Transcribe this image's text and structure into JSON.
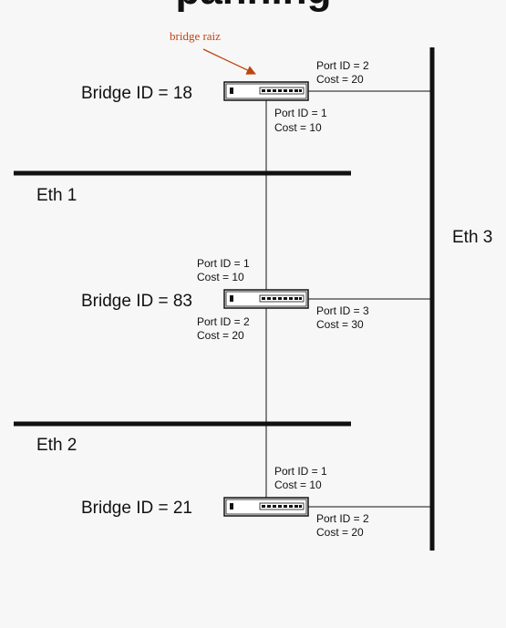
{
  "title_fragment": "panning",
  "root_label": "bridge raiz",
  "segments": {
    "eth1": "Eth 1",
    "eth2": "Eth 2",
    "eth3": "Eth 3"
  },
  "bridges": [
    {
      "id_label": "Bridge ID = 18",
      "ports": [
        {
          "port": "Port ID = 2",
          "cost": "Cost = 20"
        },
        {
          "port": "Port ID = 1",
          "cost": "Cost = 10"
        }
      ]
    },
    {
      "id_label": "Bridge ID = 83",
      "ports": [
        {
          "port": "Port ID = 1",
          "cost": "Cost = 10"
        },
        {
          "port": "Port ID = 2",
          "cost": "Cost = 20"
        },
        {
          "port": "Port ID = 3",
          "cost": "Cost = 30"
        }
      ]
    },
    {
      "id_label": "Bridge ID = 21",
      "ports": [
        {
          "port": "Port ID = 1",
          "cost": "Cost = 10"
        },
        {
          "port": "Port ID = 2",
          "cost": "Cost = 20"
        }
      ]
    }
  ],
  "colors": {
    "annotation": "#c1440e",
    "line": "#111111",
    "background": "#f7f7f7"
  }
}
